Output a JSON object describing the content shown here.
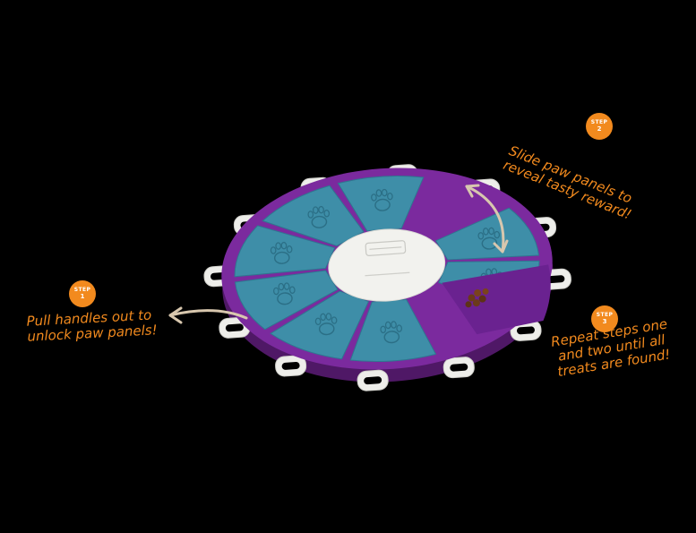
{
  "steps": [
    {
      "label": "STEP",
      "number": "1",
      "text_lines": [
        "Pull handles out to",
        "unlock paw panels!"
      ]
    },
    {
      "label": "STEP",
      "number": "2",
      "text_lines": [
        "Slide paw panels to",
        "reveal tasty reward!"
      ]
    },
    {
      "label": "STEP",
      "number": "3",
      "text_lines": [
        "Repeat steps one",
        "and two until all",
        "treats are found!"
      ]
    }
  ],
  "colors": {
    "background": "#000000",
    "accent_orange": "#f28a1e",
    "tray_purple": "#7b2a9e",
    "panel_teal": "#3e8ea8",
    "center_white": "#f2f2ee",
    "handle_white": "#eeeeea",
    "arrow_beige": "#d8c7ae",
    "treat_brown": "#6b3a1a"
  },
  "icons": [
    "paw-print-icon",
    "curved-arrow-icon",
    "double-arrow-icon"
  ]
}
